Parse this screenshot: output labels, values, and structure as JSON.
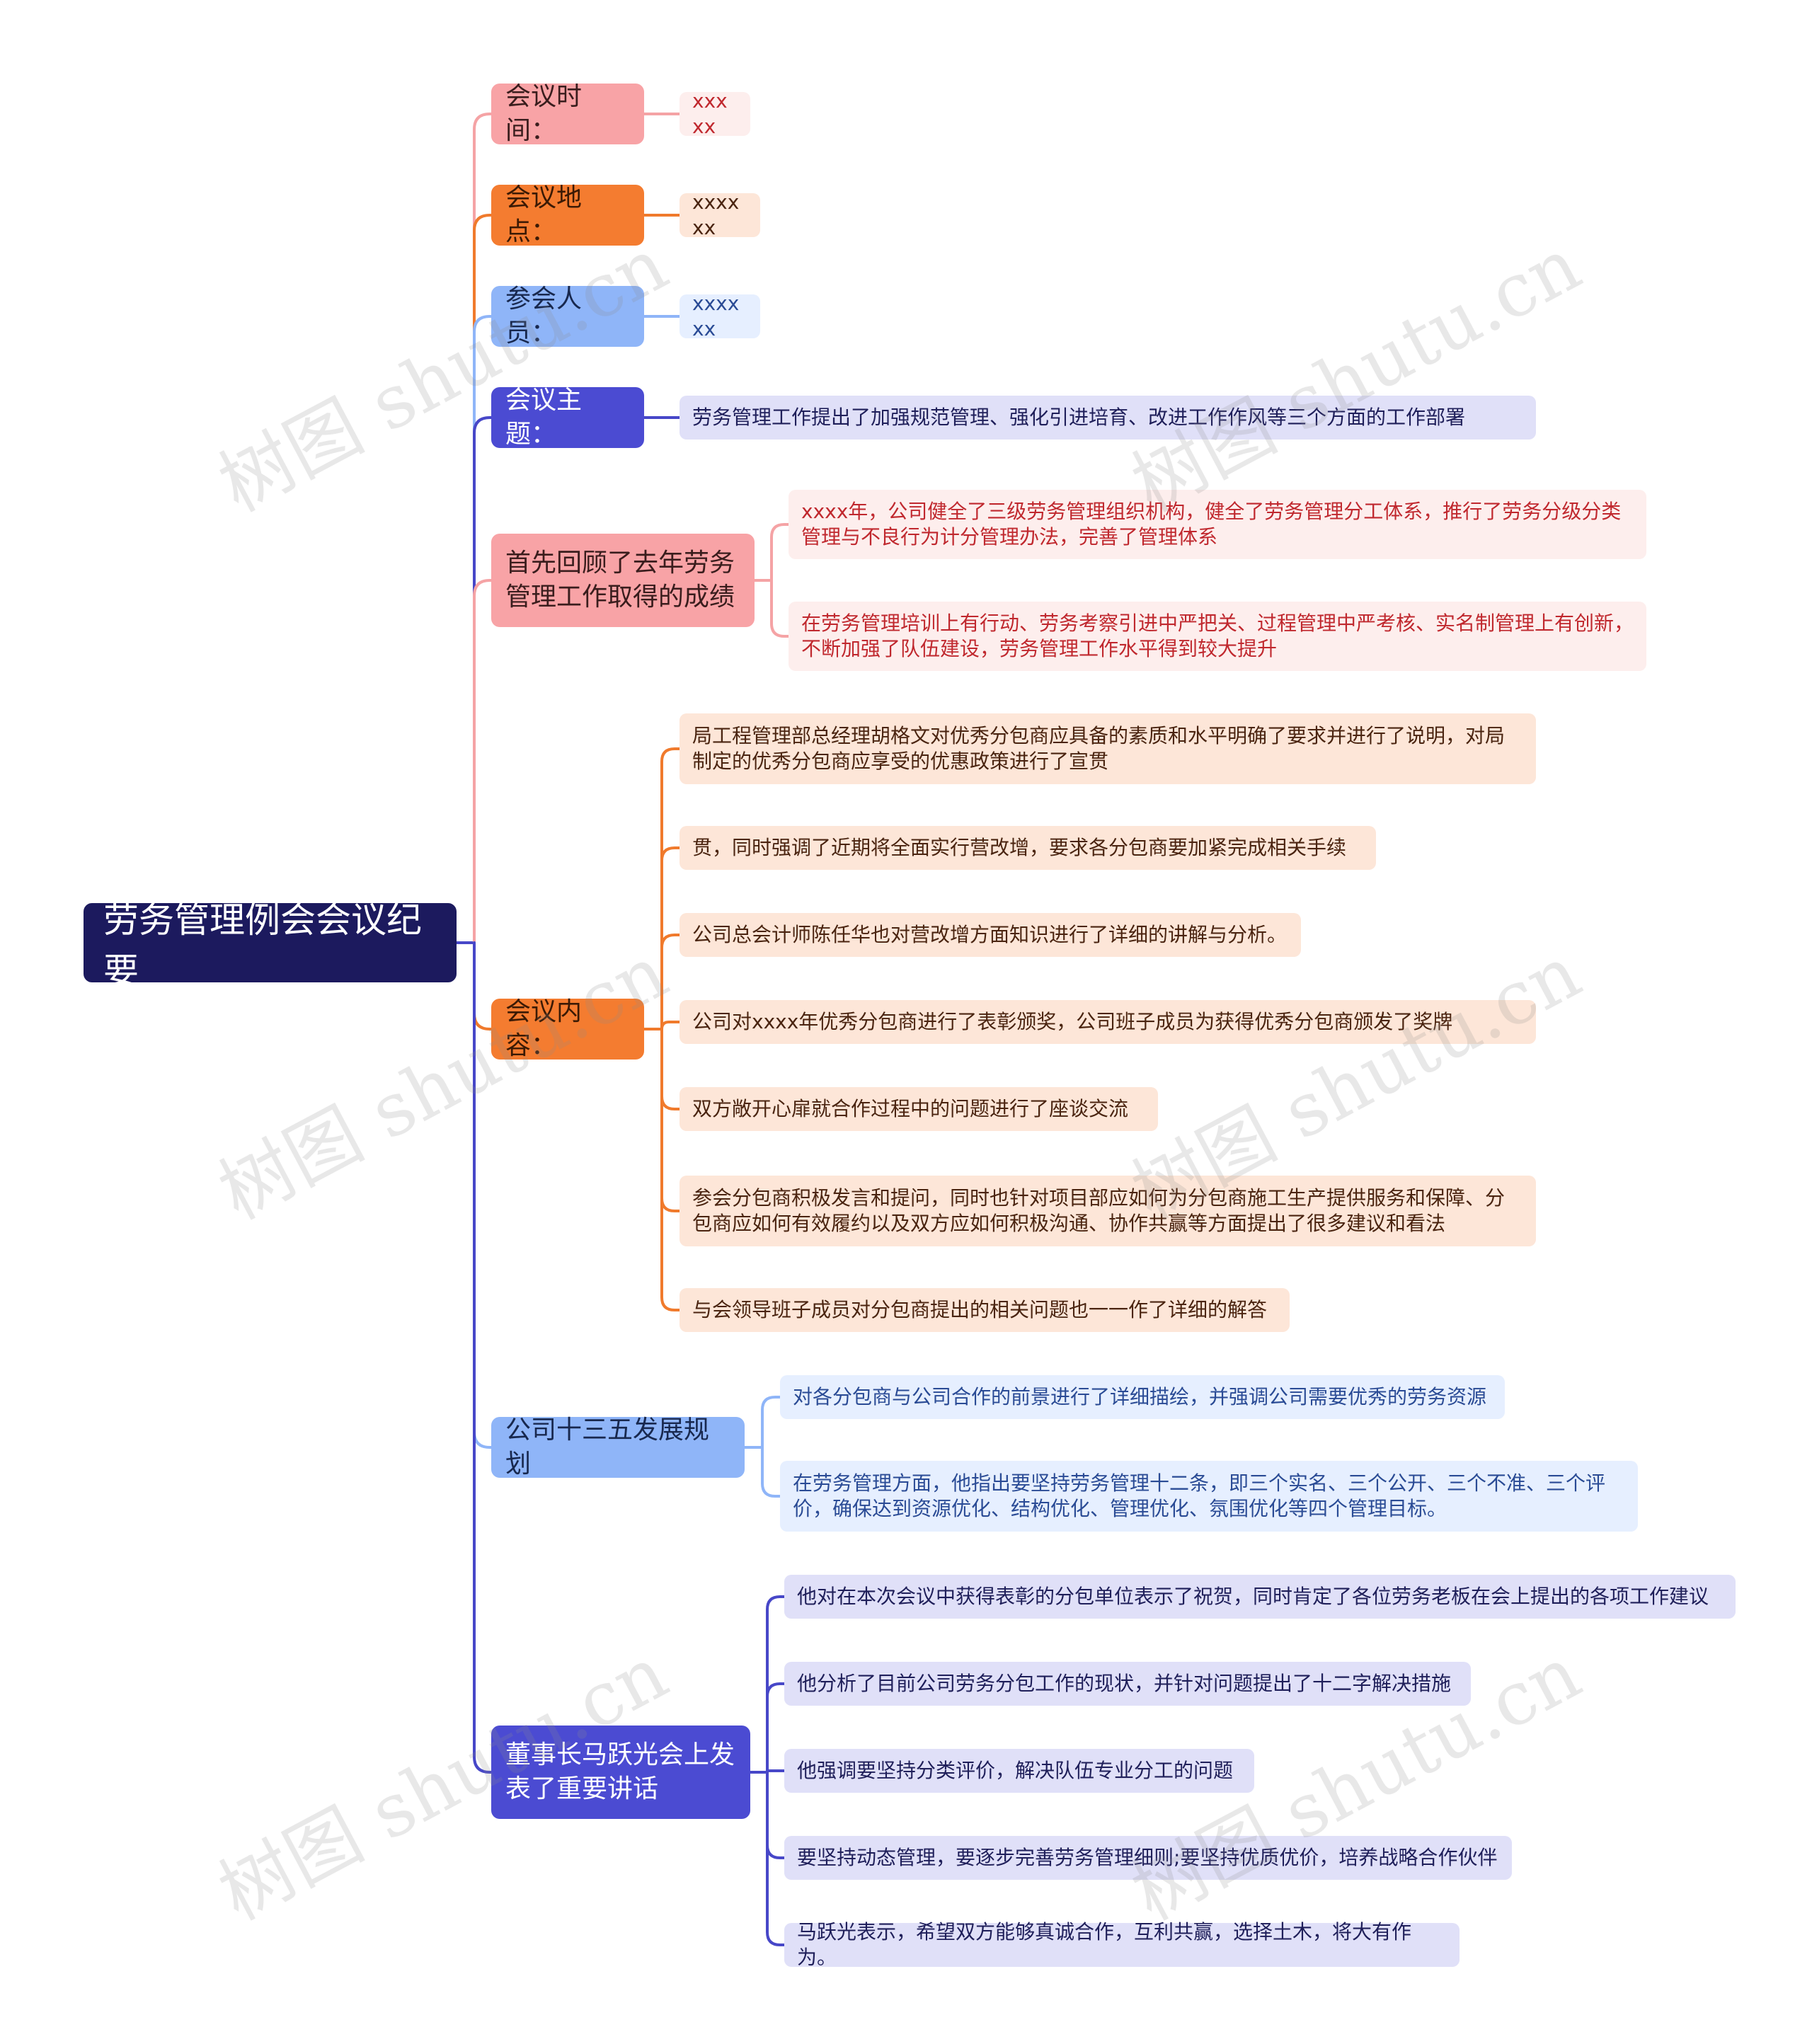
{
  "root": "劳务管理例会会议纪要",
  "watermark": "树图 shutu.cn",
  "branches": [
    {
      "label": "会议时间：",
      "color": "pink",
      "items": [
        "xxxxx"
      ]
    },
    {
      "label": "会议地点：",
      "color": "orange",
      "items": [
        "xxxxxx"
      ]
    },
    {
      "label": "参会人员：",
      "color": "blue",
      "items": [
        "xxxxxx"
      ]
    },
    {
      "label": "会议主题：",
      "color": "indigo",
      "items": [
        "劳务管理工作提出了加强规范管理、强化引进培育、改进工作作风等三个方面的工作部署"
      ]
    },
    {
      "label": "首先回顾了去年劳务管理工作取得的成绩",
      "color": "pink",
      "items": [
        "xxxx年，公司健全了三级劳务管理组织机构，健全了劳务管理分工体系，推行了劳务分级分类管理与不良行为计分管理办法，完善了管理体系",
        "在劳务管理培训上有行动、劳务考察引进中严把关、过程管理中严考核、实名制管理上有创新，不断加强了队伍建设，劳务管理工作水平得到较大提升"
      ]
    },
    {
      "label": "会议内容：",
      "color": "orange",
      "items": [
        "局工程管理部总经理胡格文对优秀分包商应具备的素质和水平明确了要求并进行了说明，对局制定的优秀分包商应享受的优惠政策进行了宣贯",
        "贯，同时强调了近期将全面实行营改增，要求各分包商要加紧完成相关手续",
        "公司总会计师陈任华也对营改增方面知识进行了详细的讲解与分析。",
        "公司对xxxx年优秀分包商进行了表彰颁奖，公司班子成员为获得优秀分包商颁发了奖牌",
        "双方敞开心扉就合作过程中的问题进行了座谈交流",
        "参会分包商积极发言和提问，同时也针对项目部应如何为分包商施工生产提供服务和保障、分包商应如何有效履约以及双方应如何积极沟通、协作共赢等方面提出了很多建议和看法",
        "与会领导班子成员对分包商提出的相关问题也一一作了详细的解答"
      ]
    },
    {
      "label": "公司十三五发展规划",
      "color": "blue",
      "items": [
        "对各分包商与公司合作的前景进行了详细描绘，并强调公司需要优秀的劳务资源",
        "在劳务管理方面，他指出要坚持劳务管理十二条，即三个实名、三个公开、三个不准、三个评价，确保达到资源优化、结构优化、管理优化、氛围优化等四个管理目标。"
      ]
    },
    {
      "label": "董事长马跃光会上发表了重要讲话",
      "color": "indigo",
      "items": [
        "他对在本次会议中获得表彰的分包单位表示了祝贺，同时肯定了各位劳务老板在会上提出的各项工作建议",
        "他分析了目前公司劳务分包工作的现状，并针对问题提出了十二字解决措施",
        "他强调要坚持分类评价，解决队伍专业分工的问题",
        "要坚持动态管理，要逐步完善劳务管理细则;要坚持优质优价，培养战略合作伙伴",
        "马跃光表示，希望双方能够真诚合作，互利共赢，选择土木，将大有作为。"
      ]
    }
  ]
}
